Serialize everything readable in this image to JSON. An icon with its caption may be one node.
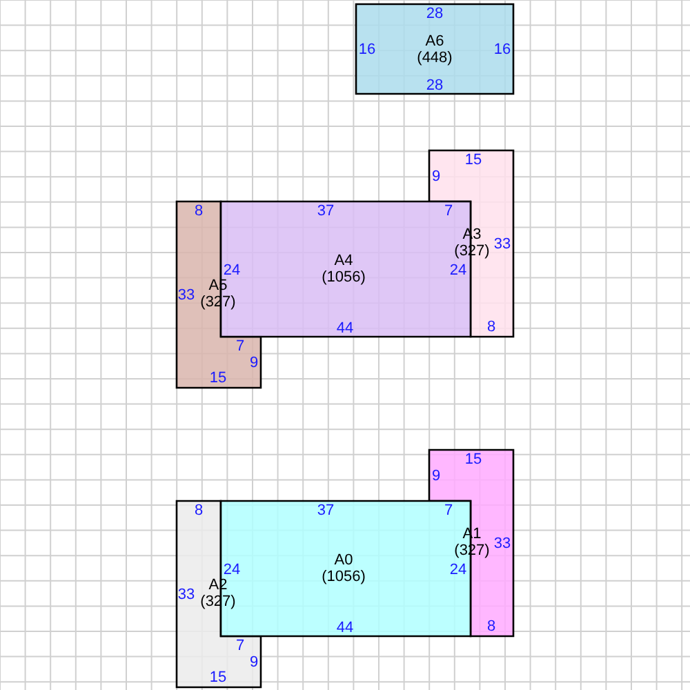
{
  "diagram": {
    "nodes": [
      {
        "text": [
          "28",
          "16",
          "A6 (448)",
          "16",
          "28"
        ]
      },
      {
        "text": [
          "15",
          "9",
          "A3 (327)",
          "33",
          "8"
        ]
      },
      {
        "text": [
          "8",
          "33",
          "A5 (327)",
          "7",
          "9",
          "15"
        ]
      },
      {
        "text": [
          "37",
          "7",
          "24",
          "A4 (1056)",
          "24",
          "44"
        ]
      },
      {
        "text": [
          "15",
          "9",
          "A1 (327)",
          "33",
          "8"
        ]
      },
      {
        "text": [
          "8",
          "33",
          "A2 (327)",
          "7",
          "9",
          "15"
        ]
      },
      {
        "text": [
          "37",
          "7",
          "24",
          "A0 (1056)",
          "24",
          "44"
        ]
      }
    ]
  }
}
